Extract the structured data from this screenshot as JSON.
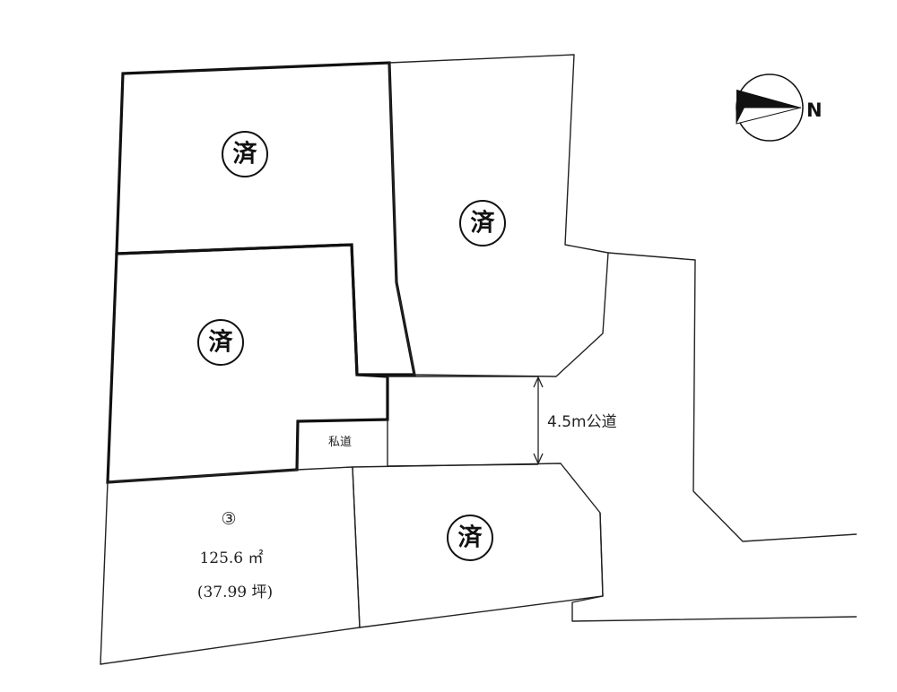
{
  "lots": {
    "sold_mark": "済",
    "lot3": {
      "number": "③",
      "area": "125.6 ㎡",
      "tsubo": "(37.99 坪)"
    }
  },
  "roads": {
    "private_road": "私道",
    "public_road": "4.5m公道"
  },
  "compass": {
    "north": "N"
  }
}
